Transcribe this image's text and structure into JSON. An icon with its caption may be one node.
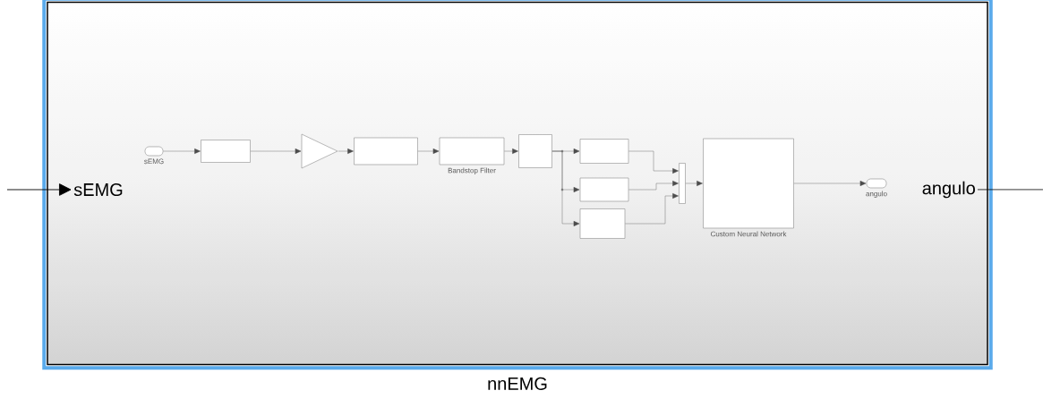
{
  "diagram": {
    "nodes": [
      {
        "text": [
          "nnEMG"
        ]
      },
      {
        "text": [
          "sEMG"
        ],
        "in": 0
      },
      {
        "text": [
          "angulo"
        ],
        "in": 0
      },
      {
        "text": [],
        "shape": "oval",
        "in": 0,
        "beside": [
          "sEMG"
        ]
      },
      {
        "text": [],
        "shape": "box",
        "in": 0
      },
      {
        "text": [],
        "shape": "triangle",
        "in": 0
      },
      {
        "text": [],
        "shape": "box",
        "in": 0
      },
      {
        "text": [],
        "shape": "box",
        "in": 0,
        "beside": [
          "Bandstop Filter"
        ]
      },
      {
        "text": [],
        "shape": "box",
        "in": 0
      },
      {
        "text": [],
        "shape": "box",
        "in": 0
      },
      {
        "text": [],
        "shape": "box",
        "in": 0
      },
      {
        "text": [],
        "shape": "box",
        "in": 0
      },
      {
        "text": [],
        "shape": "bar",
        "in": 0
      },
      {
        "text": [],
        "shape": "box",
        "in": 0,
        "beside": [
          "Custom Neural Network"
        ]
      },
      {
        "text": [],
        "shape": "oval",
        "in": 0,
        "beside": [
          "angulo"
        ]
      }
    ],
    "edges": [
      {
        "from": null,
        "to": 1,
        "arrow": "to",
        "color": "#000000"
      },
      {
        "from": 2,
        "to": null,
        "arrow": "none",
        "color": "#000000"
      },
      {
        "from": 3,
        "to": 4,
        "arrow": "to"
      },
      {
        "from": 4,
        "to": 5,
        "arrow": "to"
      },
      {
        "from": 5,
        "to": 6,
        "arrow": "to"
      },
      {
        "from": 6,
        "to": 7,
        "arrow": "to"
      },
      {
        "from": 7,
        "to": 8,
        "arrow": "to"
      },
      {
        "from": 8,
        "to": 9,
        "arrow": "to"
      },
      {
        "from": 8,
        "to": 10,
        "arrow": "to"
      },
      {
        "from": 8,
        "to": 11,
        "arrow": "to"
      },
      {
        "from": 9,
        "to": 12,
        "arrow": "to"
      },
      {
        "from": 10,
        "to": 12,
        "arrow": "to"
      },
      {
        "from": 11,
        "to": 12,
        "arrow": "to"
      },
      {
        "from": 12,
        "to": 13,
        "arrow": "to"
      },
      {
        "from": 13,
        "to": 14,
        "arrow": "to"
      }
    ]
  }
}
